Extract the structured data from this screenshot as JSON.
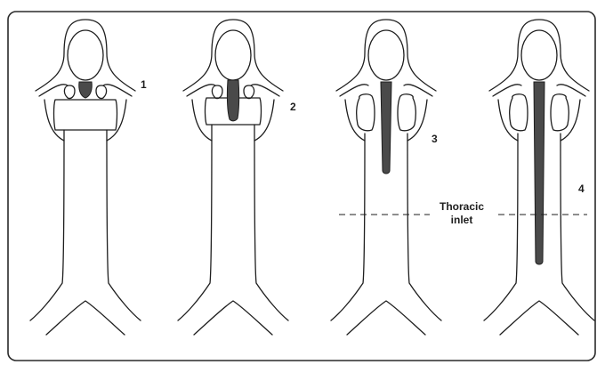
{
  "figure": {
    "stage_labels": [
      "1",
      "2",
      "3",
      "4"
    ],
    "annotation": {
      "line1": "Thoracic",
      "line2": "inlet"
    },
    "colors": {
      "stroke": "#1e1e1e",
      "fill_dark": "#4a4a4a",
      "background": "#ffffff",
      "border": "#2a2a2a"
    }
  }
}
